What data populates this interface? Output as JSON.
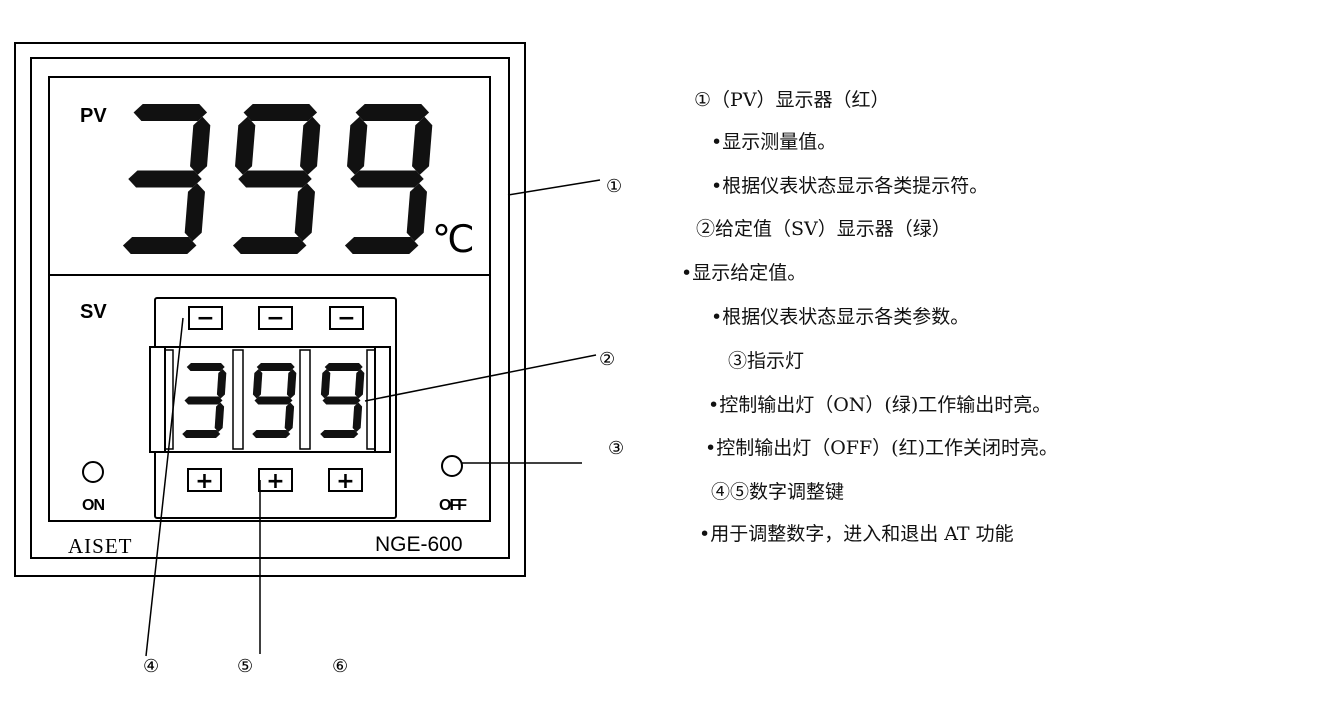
{
  "device": {
    "pv_label": "PV",
    "pv_value": "399",
    "pv_unit": "℃",
    "sv_label": "SV",
    "sv_value": "399",
    "on_label": "ON",
    "off_label": "OFF",
    "brand": "AISET",
    "model": "NGE-600",
    "minus_glyph": "−",
    "plus_glyph": "+"
  },
  "callouts": {
    "c1": "①",
    "c2": "②",
    "c3": "③",
    "c4": "④",
    "c5": "⑤",
    "c6": "⑥"
  },
  "descriptions": [
    "①（PV）显示器（红）",
    "•显示测量值。",
    "•根据仪表状态显示各类提示符。",
    "②给定值（SV）显示器（绿）",
    "•显示给定值。",
    "•根据仪表状态显示各类参数。",
    "③指示灯",
    "•控制输出灯（ON）(绿)工作输出时亮。",
    "•控制输出灯（OFF）(红)工作关闭时亮。",
    "④⑤数字调整键",
    "•用于调整数字，进入和退出 AT 功能"
  ]
}
